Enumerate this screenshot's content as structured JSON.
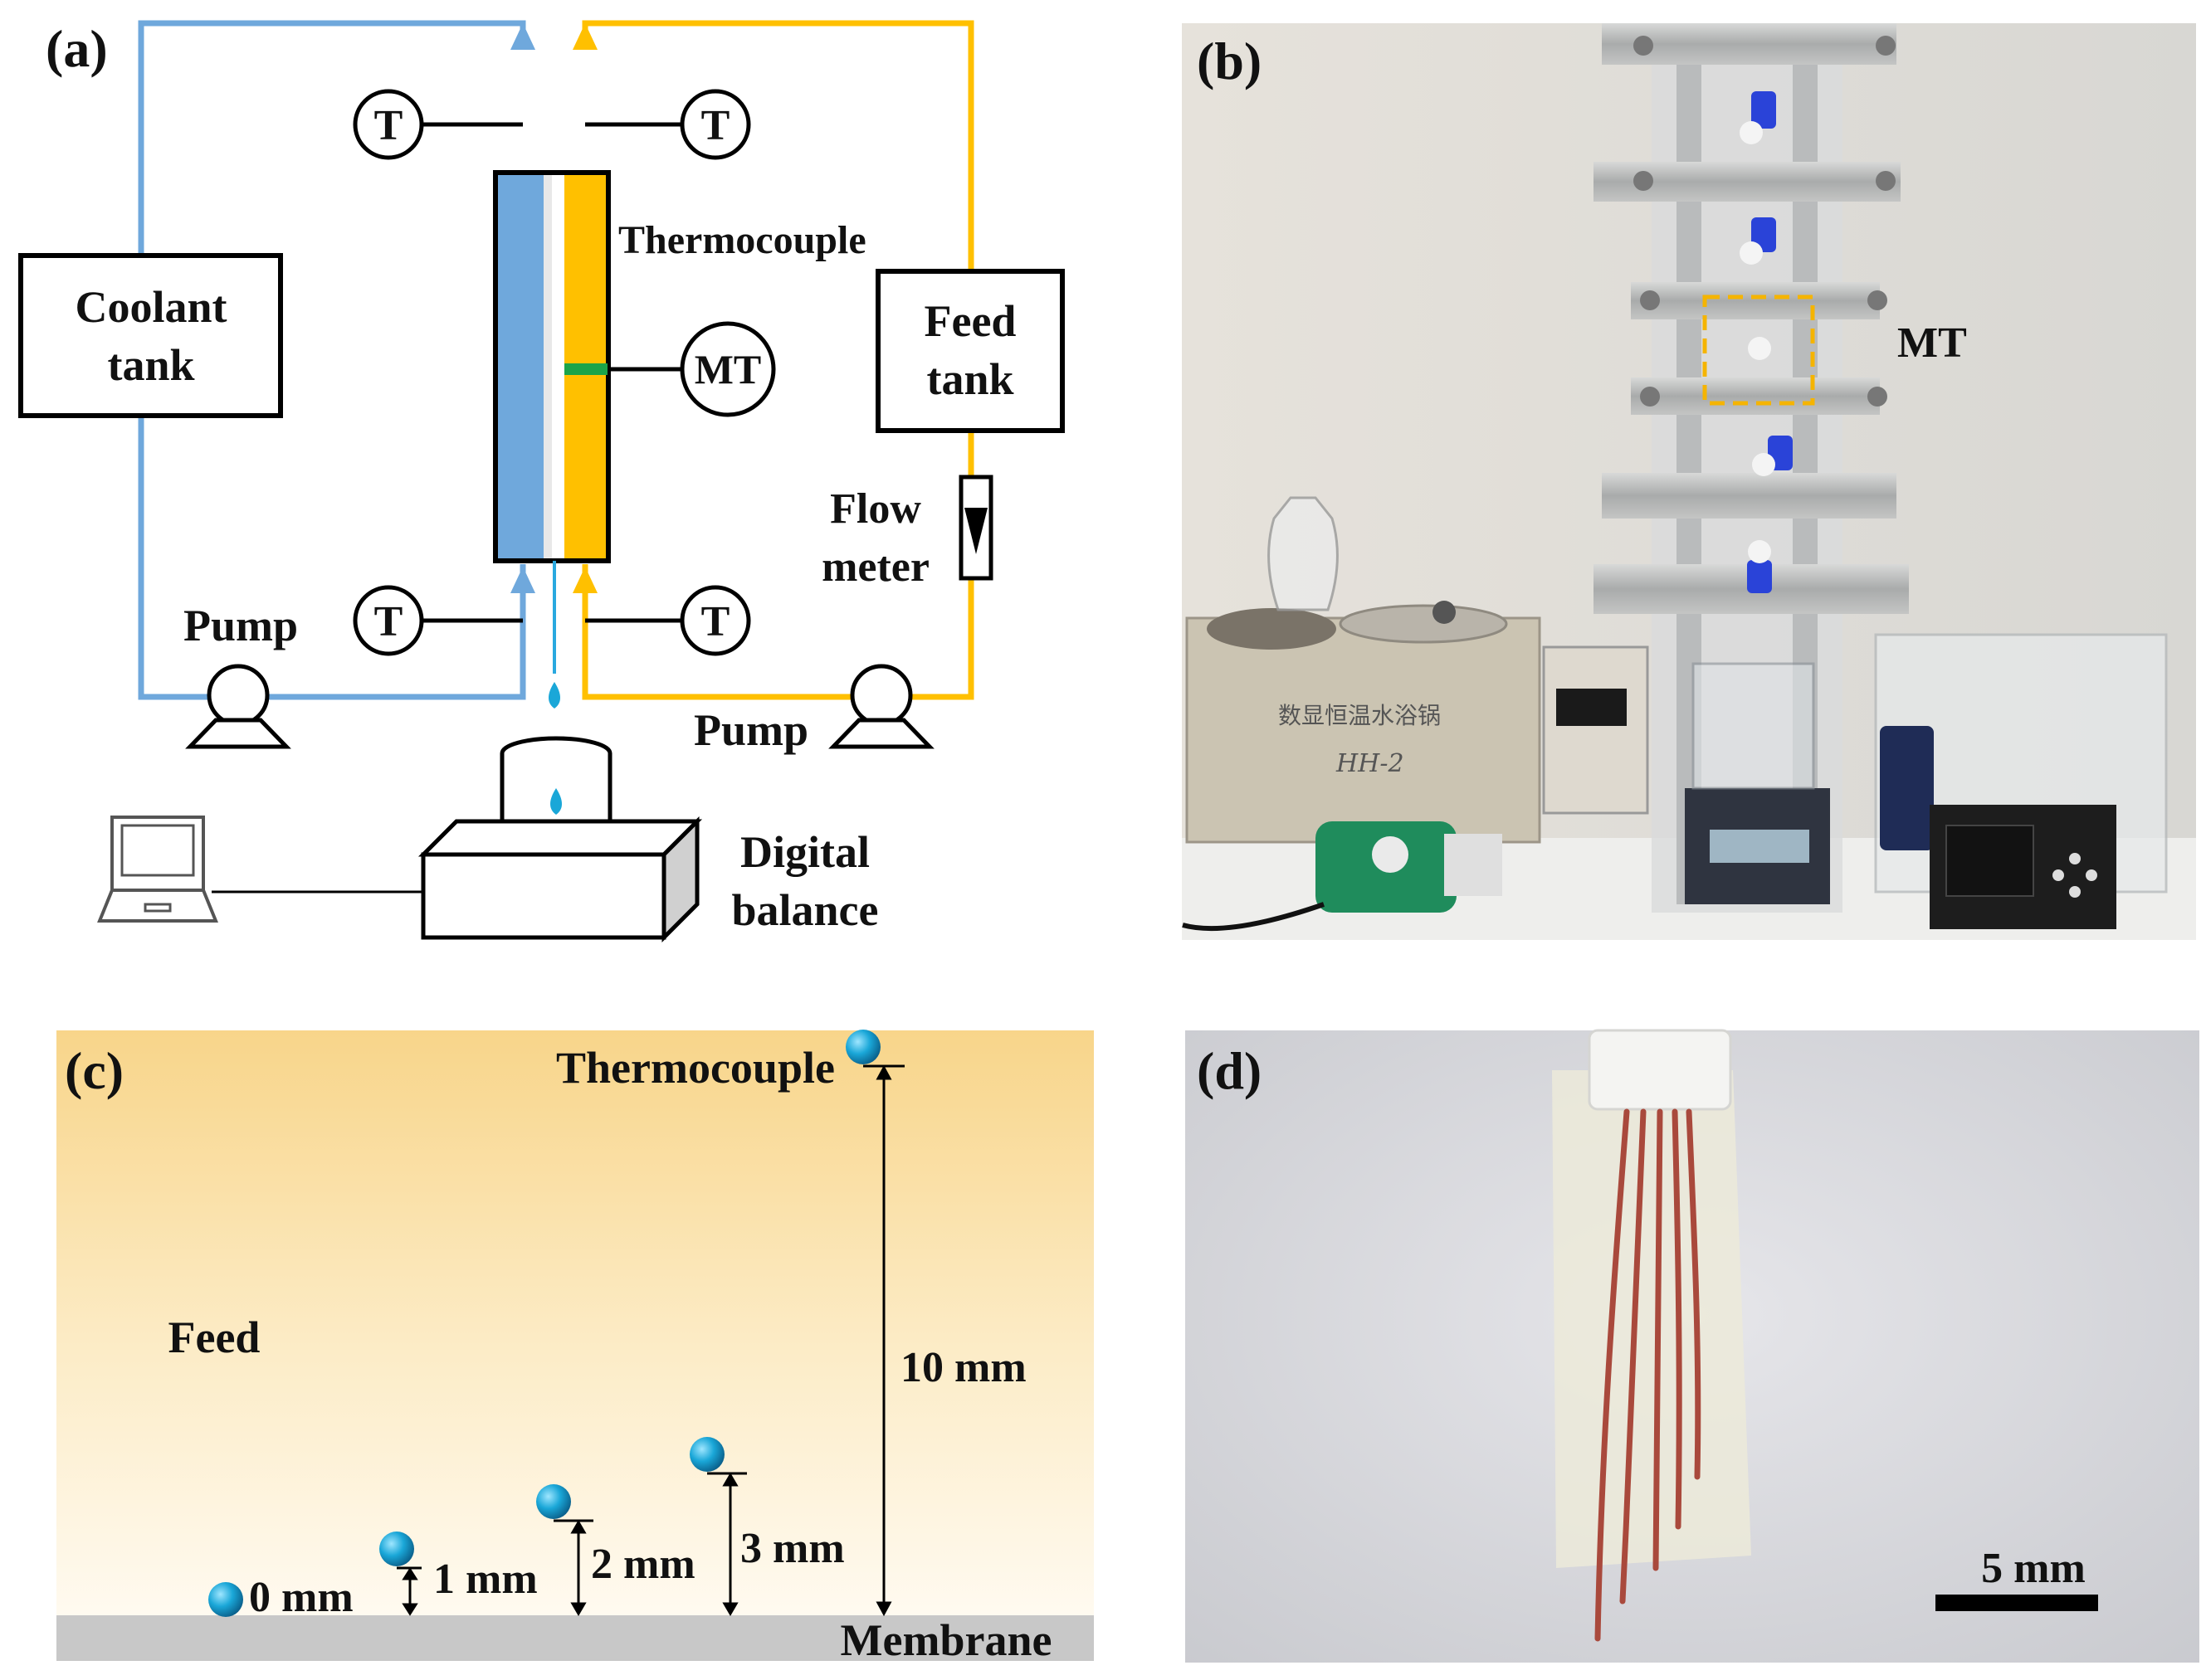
{
  "panels": {
    "a": {
      "label": "(a)",
      "coolant_tank": [
        "Coolant",
        "tank"
      ],
      "feed_tank": [
        "Feed",
        "tank"
      ],
      "thermocouple": "Thermocouple",
      "temp_sensor": "T",
      "module_sensor": "MT",
      "flow_meter": [
        "Flow",
        "meter"
      ],
      "pump_left": "Pump",
      "pump_right": "Pump",
      "digital_balance": [
        "Digital",
        "balance"
      ]
    },
    "b": {
      "label": "(b)",
      "mt_label": "MT",
      "bath_text_1": "数显恒温水浴锅",
      "bath_text_2": "HH-2"
    },
    "c": {
      "label": "(c)",
      "thermocouple": "Thermocouple",
      "feed": "Feed",
      "membrane": "Membrane",
      "distances": [
        "0 mm",
        "1 mm",
        "2 mm",
        "3 mm",
        "10 mm"
      ]
    },
    "d": {
      "label": "(d)",
      "scale_bar": "5 mm"
    }
  },
  "colors": {
    "coolant": "#6fa8dc",
    "feed": "#ffc000",
    "sensor_ball": "#1aa7d8",
    "membrane": "#c8c8c8",
    "mt_marker": "#1aa44a"
  }
}
